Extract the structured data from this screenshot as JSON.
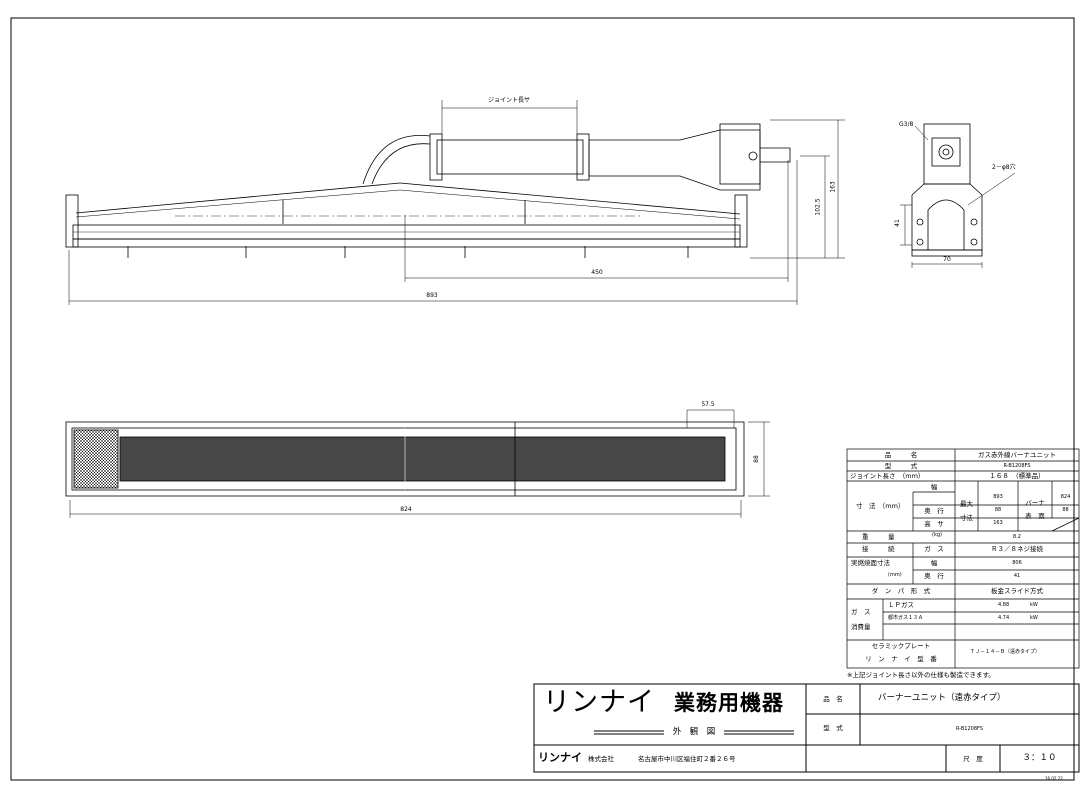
{
  "dimensions": {
    "joint_length": "ジョイント長サ",
    "overall_length": "893",
    "offset_450": "450",
    "height_163": "163",
    "height_102_5": "102.5",
    "g38": "G3/8",
    "hole": "2－φ8穴",
    "side_41": "41",
    "side_70": "70",
    "plan_57_5": "57.5",
    "plan_824": "824",
    "plan_88": "88"
  },
  "spec_table": {
    "product_name_label": "品　　　名",
    "product_name": "ガス赤外線バーナユニット",
    "model_label": "型　　　式",
    "model": "R-B1208FS",
    "joint_label": "ジョイント長さ　（mm）",
    "joint_value": "１６８　（標準品）",
    "size_label": "寸　法　（mm）",
    "width": "幅",
    "depth": "奥　行",
    "height": "高　サ",
    "max_size": "最大",
    "max_size2": "寸法",
    "max_w": "893",
    "max_d": "88",
    "max_h": "163",
    "burner": "バーナ",
    "surface": "表　面",
    "burner_w": "824",
    "burner_d": "88",
    "weight_label": "重　　　量",
    "weight_unit": "(kg)",
    "weight": "8.2",
    "connect_label": "接　　　続",
    "gas_label": "ガ　ス",
    "connect": "Ｒ３／８ネジ接続",
    "combustion_label": "実燃焼面寸法",
    "mm": "(mm)",
    "comb_w": "806",
    "comb_d": "41",
    "damper_label": "ダ　ン　パ　形　式",
    "damper": "板金スライド方式",
    "gas_cons_label1": "ガ　ス",
    "gas_cons_label2": "消費量",
    "lp": "ＬＰガス",
    "lp_value": "4.88",
    "city": "都市ガス１３Ａ",
    "city_value": "4.74",
    "kw": "kW",
    "ceramic_label": "セラミックプレート",
    "rinnai_model_label": "リ　ン　ナ　イ　型　番",
    "ceramic": "ＴＪ－１４－Ｂ（遠赤タイプ）"
  },
  "note": "※上記ジョイント長さ以外の仕様も製造できます。",
  "title_block": {
    "logo": "リンナイ",
    "category": "業務用機器",
    "drawing_type": "外　観　図",
    "company_logo": "リンナイ",
    "company": "株式会社",
    "address": "名古屋市中川区福住町２番２６号",
    "item_label": "品　名",
    "item": "バーナーユニット（遠赤タイプ）",
    "model_label": "型　式",
    "model": "R-B1208FS",
    "scale_label": "尺　度",
    "scale": "３：１０",
    "date": "16.02.22"
  }
}
